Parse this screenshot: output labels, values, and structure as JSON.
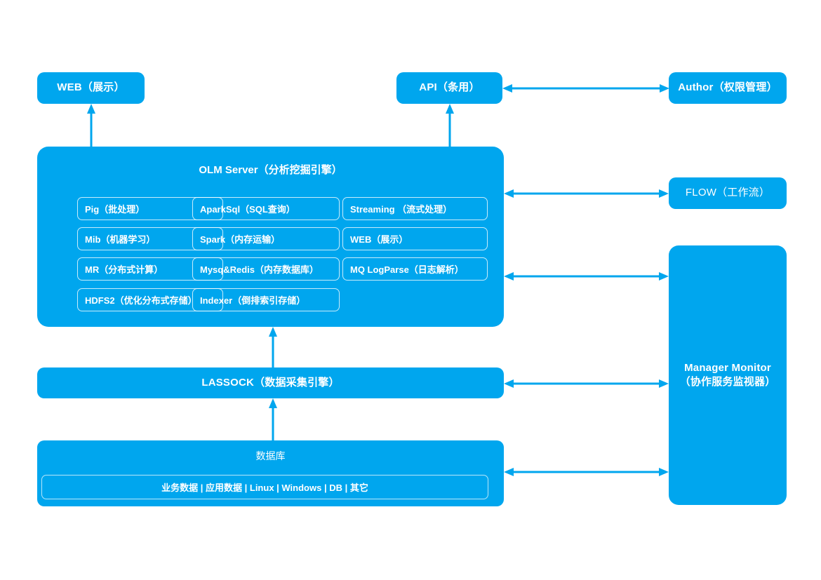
{
  "theme": {
    "accent": "#00A6EE",
    "arrow": "#00A6EE",
    "text_on_accent": "#FFFFFF",
    "background": "#FFFFFF",
    "chip_border": "rgba(255,255,255,0.78)"
  },
  "diagram": {
    "type": "architecture-block-diagram",
    "title_node": "OLM Server（分析挖掘引擎）"
  },
  "top_row": {
    "web": {
      "label": "WEB（展示）"
    },
    "api": {
      "label": "API（条用）"
    },
    "author": {
      "label": "Author（权限管理）"
    }
  },
  "olm_server": {
    "title": "OLM Server（分析挖掘引擎）",
    "columns": [
      {
        "name": "column-1",
        "chips": [
          {
            "label": "Pig（批处理）"
          },
          {
            "label": "Mib（机器学习）"
          },
          {
            "label": "MR（分布式计算）"
          },
          {
            "label": "HDFS2（优化分布式存储）"
          }
        ]
      },
      {
        "name": "column-2",
        "chips": [
          {
            "label": "AparkSql（SQL查询）"
          },
          {
            "label": "Spark（内存运输）"
          },
          {
            "label": "Mysq&Redis（内存数据库）"
          },
          {
            "label": "Indexer（倒排索引存储）"
          }
        ]
      },
      {
        "name": "column-3",
        "chips": [
          {
            "label": "Streaming （流式处理）"
          },
          {
            "label": "WEB（展示）"
          },
          {
            "label": "MQ LogParse（日志解析）"
          }
        ]
      }
    ]
  },
  "right_column": {
    "flow": {
      "label": "FLOW（工作流）"
    },
    "manager_monitor": {
      "line1": "Manager Monitor",
      "line2": "（协作服务监视器）"
    }
  },
  "lassock": {
    "label": "LASSOCK（数据采集引擎）"
  },
  "datastore": {
    "title": "数据库",
    "sources_label": "业务数据 | 应用数据 | Linux | Windows | DB | 其它",
    "sources": [
      "业务数据",
      "应用数据",
      "Linux",
      "Windows",
      "DB",
      "其它"
    ]
  },
  "connectors": [
    {
      "name": "olm-to-web",
      "kind": "arrow-up",
      "from": "olm-server",
      "to": "web-node"
    },
    {
      "name": "olm-to-api",
      "kind": "arrow-up",
      "from": "olm-server",
      "to": "api-node"
    },
    {
      "name": "api-to-author",
      "kind": "arrow-double",
      "from": "api-node",
      "to": "author-node"
    },
    {
      "name": "olm-to-flow",
      "kind": "arrow-double",
      "from": "olm-server",
      "to": "flow-node"
    },
    {
      "name": "olm-to-manager-monitor",
      "kind": "arrow-double",
      "from": "olm-server",
      "to": "manager-monitor-node"
    },
    {
      "name": "lassock-to-olm",
      "kind": "arrow-up",
      "from": "lassock-node",
      "to": "olm-server"
    },
    {
      "name": "lassock-to-manager",
      "kind": "arrow-double",
      "from": "lassock-node",
      "to": "manager-monitor-node"
    },
    {
      "name": "datastore-to-lassock",
      "kind": "arrow-up",
      "from": "datastore-node",
      "to": "lassock-node"
    },
    {
      "name": "datastore-to-manager",
      "kind": "arrow-double",
      "from": "datastore-node",
      "to": "manager-monitor-node"
    }
  ]
}
